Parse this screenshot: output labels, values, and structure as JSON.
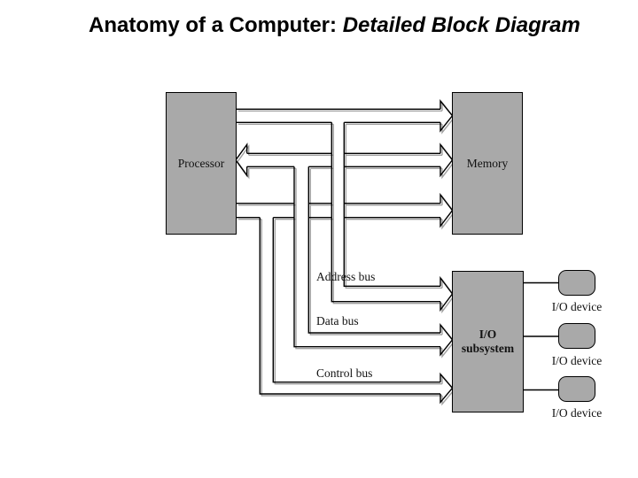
{
  "title": {
    "prefix": "Anatomy of a Computer: ",
    "emphasis": "Detailed Block Diagram"
  },
  "blocks": {
    "processor": "Processor",
    "memory": "Memory",
    "io_subsystem_line1": "I/O",
    "io_subsystem_line2": "subsystem"
  },
  "bus_labels": {
    "address": "Address bus",
    "data": "Data bus",
    "control": "Control bus"
  },
  "io_devices": [
    {
      "label": "I/O device"
    },
    {
      "label": "I/O device"
    },
    {
      "label": "I/O device"
    }
  ],
  "colors": {
    "block_fill": "#a9a9a9",
    "outline": "#000000",
    "shadow": "#a0a0a0",
    "background": "#ffffff"
  }
}
